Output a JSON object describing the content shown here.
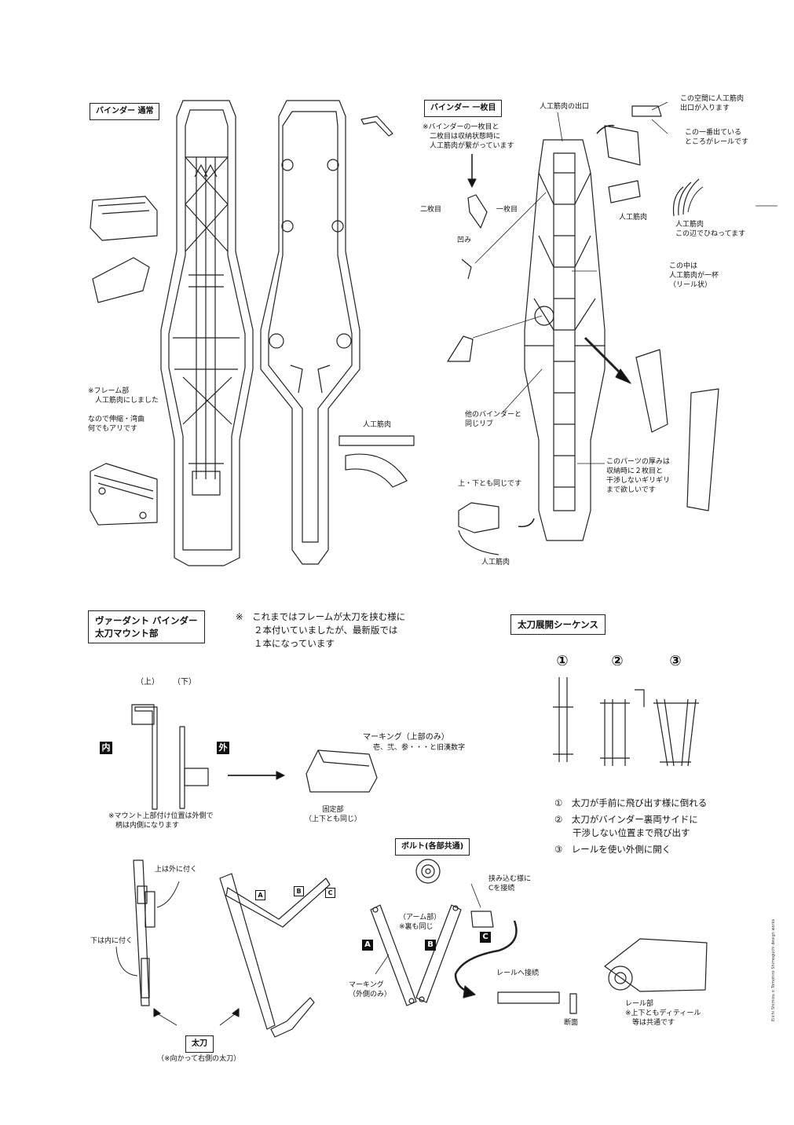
{
  "top_left": {
    "title": "バインダー 通常",
    "frame_note": "※フレーム部\n　人工筋肉にしました\n\nなので伸縮・湾曲\n何でもアリです",
    "muscle_label": "人工筋肉"
  },
  "top_right": {
    "title": "バインダー 一枚目",
    "exit_label": "人工筋肉の出口",
    "note_connected": "※バインダーの一枚目と\n　二枚目は収納状態時に\n　人工筋肉が繋がっています",
    "second_label": "二枚目",
    "first_label": "一枚目",
    "dent_label": "凹み",
    "space_note": "この空間に人工筋肉\n出口が入ります",
    "rail_note": "この一番出ている\nところがレールです",
    "muscle_label": "人工筋肉",
    "twist_note": "人工筋肉\nこの辺でひねってます",
    "inside_note": "この中は\n人工筋肉が一杯\n（リール状）",
    "rib_note": "他のバインダーと\n同じリブ",
    "thickness_note": "このパーツの厚みは\n収納時に２枚目と\n干渉しないギリギリ\nまで欲しいです",
    "same_note": "上・下とも同じです",
    "muscle_label2": "人工筋肉"
  },
  "mount": {
    "title": "ヴァーダント バインダー\n太刀マウント部",
    "note": "※　これまではフレームが太刀を挟む様に\n　　２本付いていましたが、最新版では\n　　１本になっています",
    "upper": "（上）",
    "lower": "（下）",
    "inner": "内",
    "outer": "外",
    "marking": "マーキング（上部のみ）",
    "marking_sub": "壱、弐、参・・・と旧漢数字",
    "mount_pos_note": "※マウント上部付け位置は外側で\n　柄は内側になります",
    "fixed": "固定部\n（上下とも同じ）",
    "upper_out": "上は外に付く",
    "lower_in": "下は内に付く",
    "tachi": "太刀",
    "tachi_note": "（※向かって右側の太刀）",
    "letter_a": "A",
    "letter_b": "B",
    "letter_c": "C"
  },
  "sequence": {
    "title": "太刀展開シーケンス",
    "steps": [
      "①",
      "②",
      "③"
    ],
    "desc1": "①　太刀が手前に飛び出す様に倒れる",
    "desc2": "②　太刀がバインダー裏両サイドに\n　　干渉しない位置まで飛び出す",
    "desc3": "③　レールを使い外側に開く"
  },
  "bolt": {
    "title": "ボルト(各部共通)",
    "clamp_note": "挟み込む様に\nCを接続",
    "arm_note": "（アーム部）\n※裏も同じ",
    "marking_out": "マーキング\n（外側のみ）",
    "rail_connect": "レールへ接続",
    "section": "断面",
    "rail_part": "レール部\n※上下ともディティール\n　等は共通です",
    "letter_a": "A",
    "letter_b": "B",
    "letter_c": "C"
  },
  "credit": "Eiichi Shimizu × Tomohiro Shimoguchi  design works"
}
